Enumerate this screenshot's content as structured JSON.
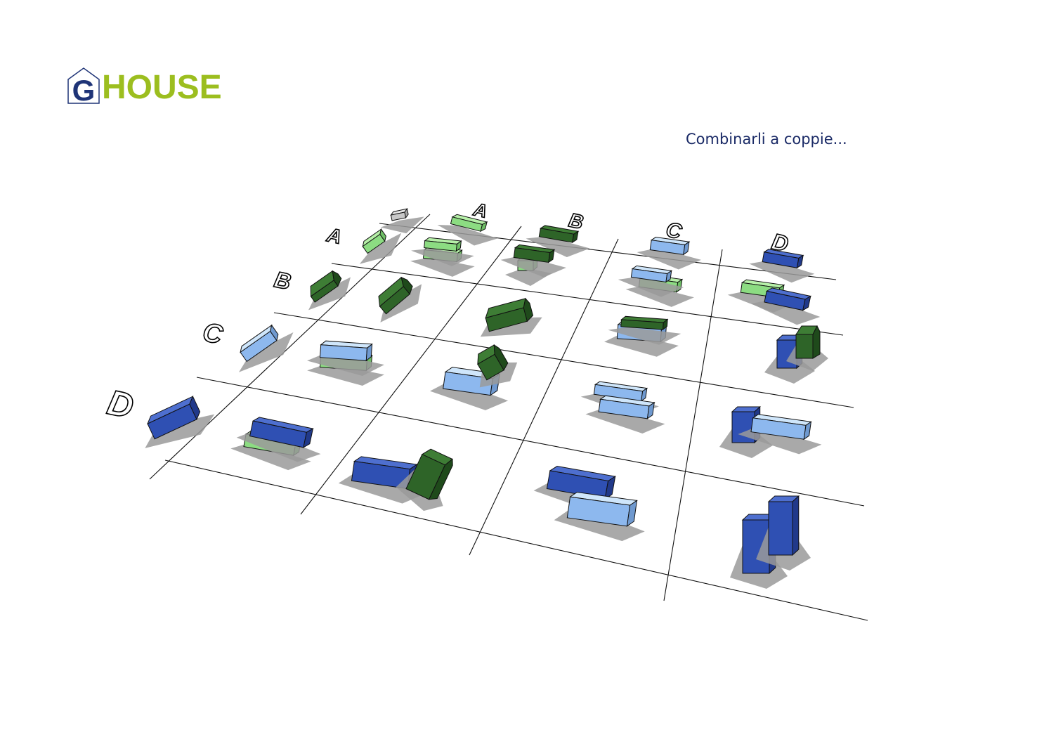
{
  "logo": {
    "letter": "G",
    "word": "HOUSE"
  },
  "tagline": "Combinarli a coppie...",
  "colors": {
    "logo_blue": "#1f3477",
    "logo_green": "#9cbe1f",
    "A": {
      "top": "#b6f0a8",
      "front": "#8cdc82",
      "side": "#6fbf66"
    },
    "B": {
      "top": "#3e7d35",
      "front": "#2e6428",
      "side": "#1f4a1b"
    },
    "C": {
      "top": "#cfe6fb",
      "front": "#8db8ee",
      "side": "#6f99cf"
    },
    "D": {
      "top": "#4e6fcf",
      "front": "#2f50b3",
      "side": "#21398a"
    },
    "neutral": {
      "top": "#e6e6e6",
      "front": "#c8c8c8",
      "side": "#a8a8a8"
    }
  },
  "matrix": {
    "columns": [
      "A",
      "B",
      "C",
      "D"
    ],
    "rows": [
      "A",
      "B",
      "C",
      "D"
    ]
  }
}
